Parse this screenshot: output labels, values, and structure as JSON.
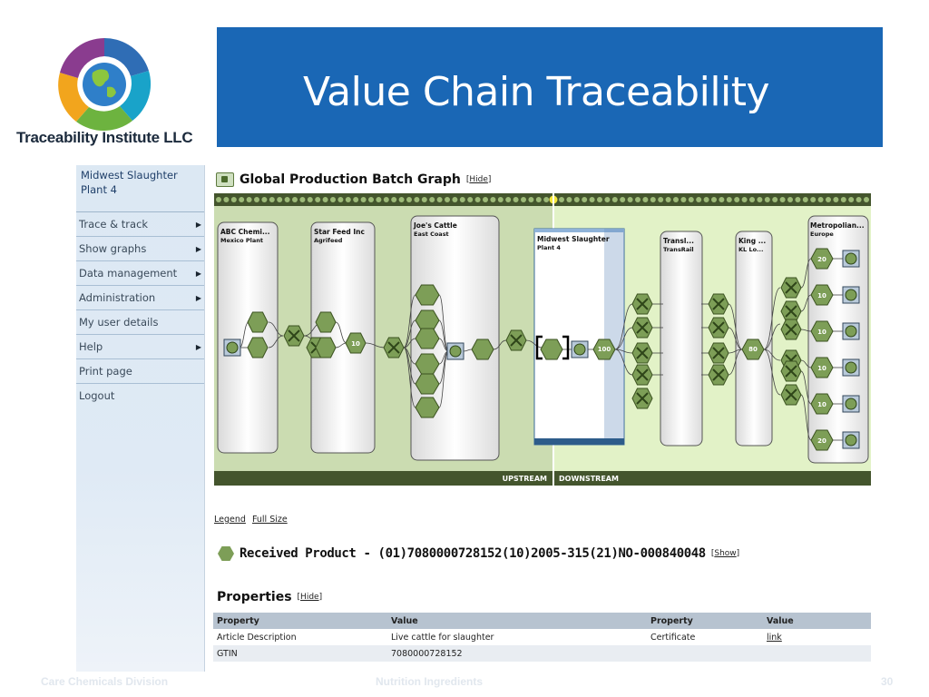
{
  "slide": {
    "title": "Value Chain Traceability",
    "brand": "Traceability Institute LLC",
    "footer_left": "Care Chemicals Division",
    "footer_center": "Nutrition Ingredients",
    "page_number": "30",
    "banner_color": "#1a67b5"
  },
  "nav": {
    "title_line1": "Midwest Slaughter",
    "title_line2": "Plant 4",
    "items": [
      {
        "label": "Trace & track",
        "has_arrow": true
      },
      {
        "label": "Show graphs",
        "has_arrow": true
      },
      {
        "label": "Data management",
        "has_arrow": true
      },
      {
        "label": "Administration",
        "has_arrow": true
      },
      {
        "label": "My user details",
        "has_arrow": false
      },
      {
        "label": "Help",
        "has_arrow": true
      },
      {
        "label": "Print page",
        "has_arrow": false
      },
      {
        "label": "Logout",
        "has_arrow": false
      }
    ]
  },
  "graph_panel": {
    "title": "Global Production Batch Graph",
    "hide_link": "Hide",
    "upstream_label": "UPSTREAM",
    "downstream_label": "DOWNSTREAM",
    "nodes": [
      {
        "name": "ABC Chemi...",
        "sub": "Mexico Plant"
      },
      {
        "name": "Star Feed Inc",
        "sub": "Agrifeed"
      },
      {
        "name": "Joe's Cattle",
        "sub": "East Coast"
      },
      {
        "name": "Midwest Slaughter",
        "sub": "Plant 4"
      },
      {
        "name": "Transl...",
        "sub": "TransRail"
      },
      {
        "name": "King ...",
        "sub": "KL Lo..."
      },
      {
        "name": "Metropolian...",
        "sub": "Europe"
      }
    ],
    "badges": {
      "star_feed": "10",
      "midwest": "100",
      "king": "80",
      "metro": [
        "20",
        "10",
        "10",
        "10",
        "10",
        "20"
      ]
    },
    "colors": {
      "upstream_bg": "#cbdcb1",
      "downstream_bg": "#e2f2c7",
      "hex_fill": "#7d9e57",
      "bar_dark": "#44552d"
    }
  },
  "links": {
    "legend": "Legend",
    "full_size": "Full Size"
  },
  "received": {
    "text": "Received Product - (01)7080000728152(10)2005-315(21)NO-000840048",
    "show_link": "Show"
  },
  "properties": {
    "title": "Properties",
    "hide_link": "Hide",
    "headers": [
      "Property",
      "Value",
      "Property",
      "Value"
    ],
    "rows": [
      [
        "Article Description",
        "Live cattle for slaughter",
        "Certificate",
        "link"
      ],
      [
        "GTIN",
        "7080000728152",
        "",
        ""
      ]
    ]
  }
}
